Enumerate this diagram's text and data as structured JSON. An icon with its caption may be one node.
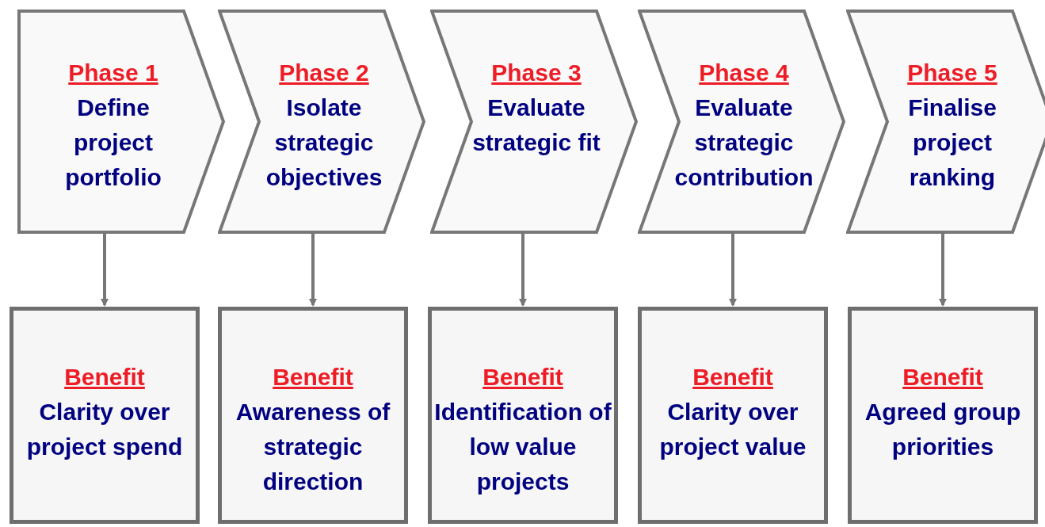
{
  "diagram": {
    "nodes": [
      {
        "text": [
          "Phase 1",
          "Define project portfolio"
        ]
      },
      {
        "text": [
          "Phase 2",
          "Isolate strategic objectives"
        ]
      },
      {
        "text": [
          "Phase 3",
          "Evaluate strategic fit"
        ]
      },
      {
        "text": [
          "Phase 4",
          "Evaluate strategic contribution"
        ]
      },
      {
        "text": [
          "Phase 5",
          "Finalise project ranking"
        ]
      },
      {
        "text": [
          "Benefit",
          "Clarity over project spend"
        ]
      },
      {
        "text": [
          "Benefit",
          "Awareness of strategic direction"
        ]
      },
      {
        "text": [
          "Benefit",
          "Identification of low value projects"
        ]
      },
      {
        "text": [
          "Benefit",
          "Clarity over project value"
        ]
      },
      {
        "text": [
          "Benefit",
          "Agreed group priorities"
        ]
      }
    ],
    "edges": [
      {
        "from": 0,
        "to": 5,
        "arrow": "to"
      },
      {
        "from": 1,
        "to": 6,
        "arrow": "to"
      },
      {
        "from": 2,
        "to": 7,
        "arrow": "to"
      },
      {
        "from": 3,
        "to": 8,
        "arrow": "to"
      },
      {
        "from": 4,
        "to": 9,
        "arrow": "to"
      }
    ]
  }
}
